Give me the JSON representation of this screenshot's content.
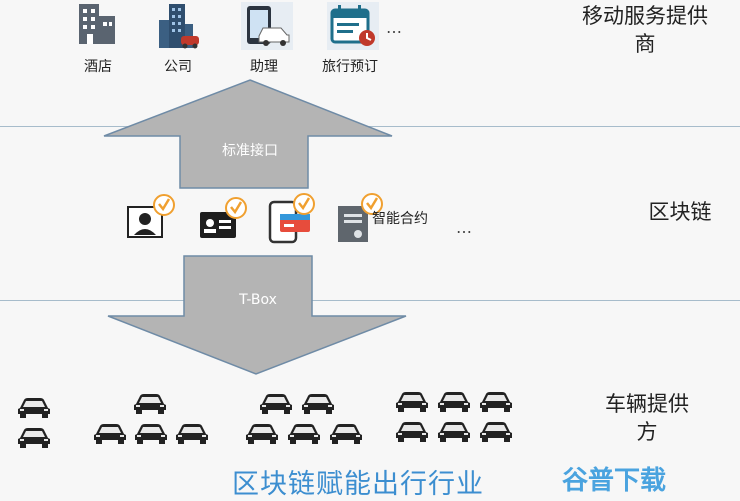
{
  "layers": {
    "top_label": "移动服务提供商",
    "top_label_lines": [
      "移动服务提供",
      "商"
    ],
    "middle_label": "区块链",
    "bottom_label_lines": [
      "车辆提供",
      "方"
    ]
  },
  "services": [
    {
      "label": "酒店",
      "icon": "hotel-building-icon"
    },
    {
      "label": "公司",
      "icon": "office-tower-icon"
    },
    {
      "label": "助理",
      "icon": "phone-car-icon"
    },
    {
      "label": "旅行预订",
      "icon": "calendar-clock-icon"
    }
  ],
  "services_ellipsis": "…",
  "arrows": {
    "up_label": "标准接口",
    "down_label": "T-Box"
  },
  "blockchain_items": [
    {
      "icon": "id-photo-check-icon"
    },
    {
      "icon": "id-card-check-icon"
    },
    {
      "icon": "mobile-card-check-icon"
    },
    {
      "icon": "smart-contract-check-icon",
      "label": "智能合约"
    }
  ],
  "blockchain_ellipsis": "…",
  "footer_title": "区块链赋能出行行业",
  "watermark": "谷普下载",
  "colors": {
    "arrow_fill": "#b4b4b4",
    "arrow_stroke": "#6f8ba6",
    "band_line": "#a7bccb",
    "footer_blue": "#3c8ed0",
    "check_orange": "#f0a030"
  }
}
